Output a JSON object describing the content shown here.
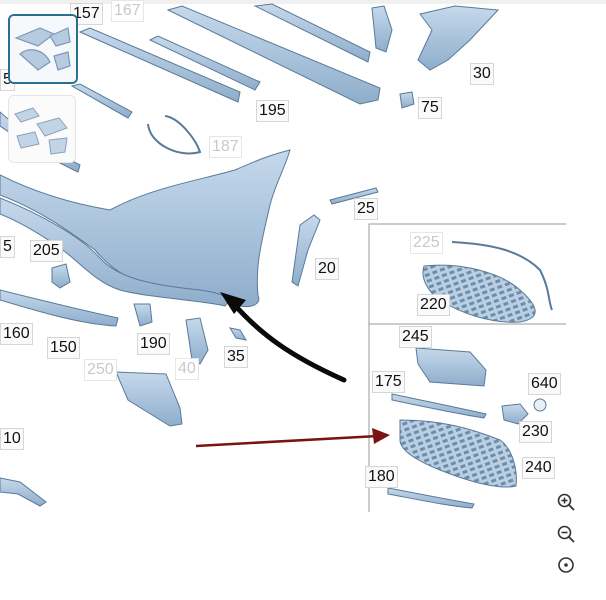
{
  "viewer": {
    "thumbnails": [
      {
        "name": "overview-view",
        "active": true
      },
      {
        "name": "detail-view",
        "active": false
      }
    ],
    "controls": [
      {
        "name": "zoom-in",
        "icon": "zoom-in-icon"
      },
      {
        "name": "zoom-out",
        "icon": "zoom-out-icon"
      },
      {
        "name": "reset-view",
        "icon": "target-icon"
      }
    ]
  },
  "callouts": [
    {
      "label": "157",
      "faded": false
    },
    {
      "label": "167",
      "faded": true
    },
    {
      "label": "5",
      "faded": false
    },
    {
      "label": "195",
      "faded": false
    },
    {
      "label": "30",
      "faded": false
    },
    {
      "label": "75",
      "faded": false
    },
    {
      "label": "187",
      "faded": true
    },
    {
      "label": "25",
      "faded": false
    },
    {
      "label": "5",
      "faded": false
    },
    {
      "label": "205",
      "faded": false
    },
    {
      "label": "20",
      "faded": false
    },
    {
      "label": "225",
      "faded": true
    },
    {
      "label": "220",
      "faded": false
    },
    {
      "label": "160",
      "faded": false
    },
    {
      "label": "150",
      "faded": false
    },
    {
      "label": "190",
      "faded": false
    },
    {
      "label": "245",
      "faded": false
    },
    {
      "label": "250",
      "faded": true
    },
    {
      "label": "40",
      "faded": true
    },
    {
      "label": "35",
      "faded": false
    },
    {
      "label": "175",
      "faded": false
    },
    {
      "label": "640",
      "faded": false
    },
    {
      "label": "230",
      "faded": false
    },
    {
      "label": "10",
      "faded": false
    },
    {
      "label": "240",
      "faded": false
    },
    {
      "label": "180",
      "faded": false
    }
  ],
  "colors": {
    "part_fill": "#a9c4de",
    "part_stroke": "#5a7a98",
    "pointer_black": "#0a0a0a",
    "pointer_red": "#7a1414",
    "thumb_border": "#2a6f8f"
  }
}
